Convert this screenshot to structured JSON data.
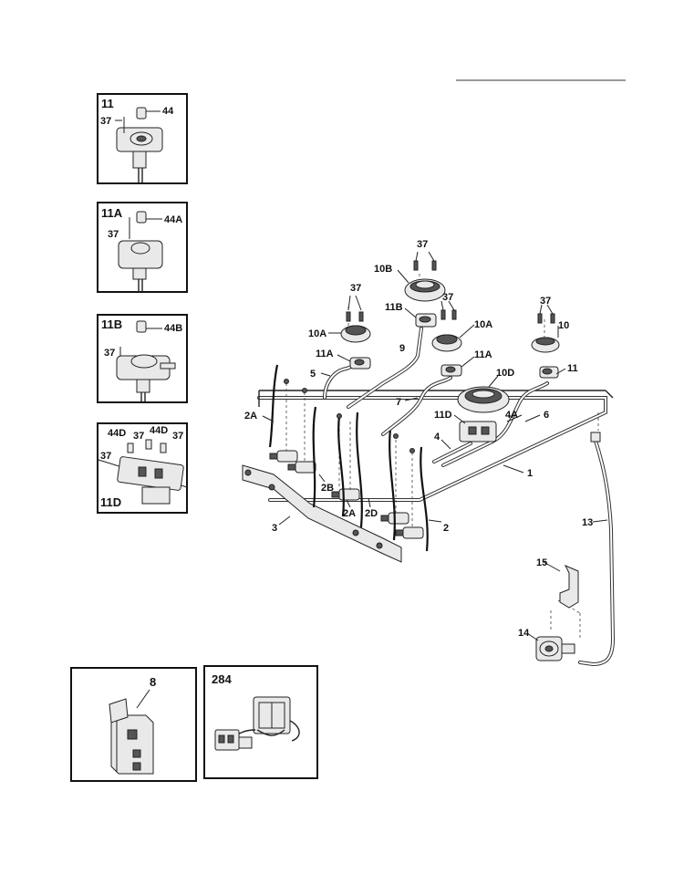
{
  "header_rule": true,
  "inset_boxes": [
    {
      "id": "11",
      "callouts": [
        "37",
        "44"
      ]
    },
    {
      "id": "11A",
      "callouts": [
        "37",
        "44A"
      ]
    },
    {
      "id": "11B",
      "callouts": [
        "37",
        "44B"
      ]
    },
    {
      "id": "11D",
      "callouts": [
        "44D",
        "37",
        "44D",
        "37",
        "37"
      ]
    }
  ],
  "bottom_boxes": [
    {
      "id": "8"
    },
    {
      "id": "284"
    }
  ],
  "callouts": {
    "c37a": "37",
    "c37b": "37",
    "c37c": "37",
    "c37d": "37",
    "c10B": "10B",
    "c11B": "11B",
    "c10A_left": "10A",
    "c10A_right": "10A",
    "c10": "10",
    "c11A_left": "11A",
    "c11A_right": "11A",
    "c9": "9",
    "c5": "5",
    "c11": "11",
    "c10D": "10D",
    "c7": "7",
    "c2A_left": "2A",
    "c4A": "4A",
    "c6": "6",
    "c11D": "11D",
    "c4": "4",
    "c1": "1",
    "c2B": "2B",
    "c2A_mid": "2A",
    "c2D": "2D",
    "c2": "2",
    "c3": "3",
    "c13": "13",
    "c15": "15",
    "c14": "14"
  }
}
